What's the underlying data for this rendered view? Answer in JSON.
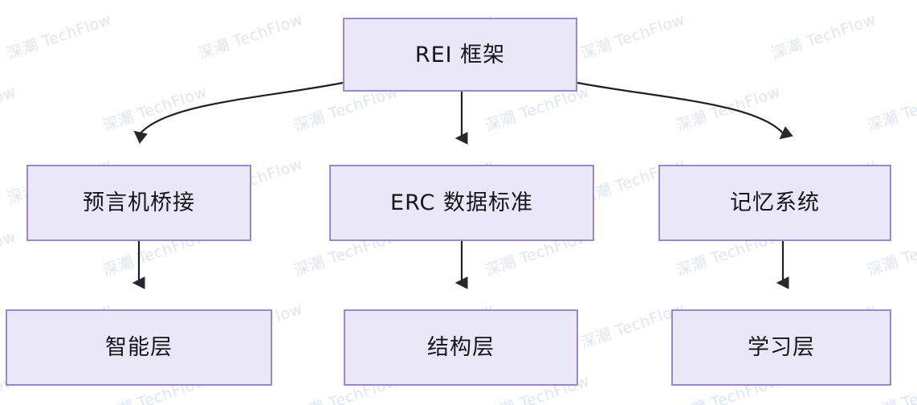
{
  "diagram": {
    "type": "flowchart",
    "direction": "top-down",
    "background_color": "#ffffff",
    "node_fill_color": "#eae8f8",
    "node_border_color": "#9b88ca",
    "edge_color": "#1f1f1f",
    "label_color": "#14141a",
    "nodes": [
      {
        "id": "root",
        "label": "REI 框架",
        "row": 1,
        "column": 2
      },
      {
        "id": "oracle",
        "label": "预言机桥接",
        "row": 2,
        "column": 1
      },
      {
        "id": "erc",
        "label": "ERC 数据标准",
        "row": 2,
        "column": 2
      },
      {
        "id": "memory",
        "label": "记忆系统",
        "row": 2,
        "column": 3
      },
      {
        "id": "intelligence",
        "label": "智能层",
        "row": 3,
        "column": 1
      },
      {
        "id": "structure",
        "label": "结构层",
        "row": 3,
        "column": 2
      },
      {
        "id": "learning",
        "label": "学习层",
        "row": 3,
        "column": 3
      }
    ],
    "edges": [
      {
        "from": "root",
        "to": "oracle",
        "style": "curved",
        "arrow": "triangle"
      },
      {
        "from": "root",
        "to": "erc",
        "style": "straight",
        "arrow": "triangle"
      },
      {
        "from": "root",
        "to": "memory",
        "style": "curved",
        "arrow": "triangle"
      },
      {
        "from": "oracle",
        "to": "intelligence",
        "style": "straight",
        "arrow": "triangle"
      },
      {
        "from": "erc",
        "to": "structure",
        "style": "straight",
        "arrow": "triangle"
      },
      {
        "from": "memory",
        "to": "learning",
        "style": "straight",
        "arrow": "triangle"
      }
    ]
  },
  "watermark": {
    "text": "深潮 TechFlow",
    "color": "#dfe4f7",
    "rotation_degrees": -19
  }
}
